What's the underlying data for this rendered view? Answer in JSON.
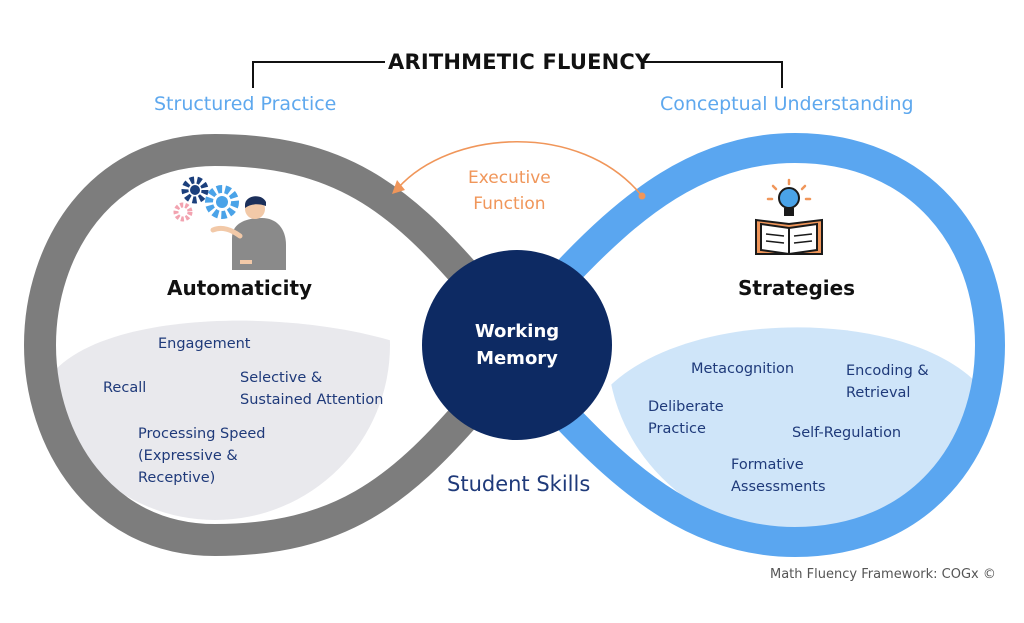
{
  "title": "ARITHMETIC FLUENCY",
  "left_label": "Structured Practice",
  "right_label": "Conceptual Understanding",
  "executive_function": "Executive\nFunction",
  "left": {
    "heading": "Automaticity",
    "skills": {
      "engagement": "Engagement",
      "recall": "Recall",
      "attention": "Selective &\nSustained Attention",
      "speed": "Processing Speed\n(Expressive &\nReceptive)"
    }
  },
  "right": {
    "heading": "Strategies",
    "skills": {
      "metacognition": "Metacognition",
      "encoding": "Encoding &\nRetrieval",
      "deliberate": "Deliberate\nPractice",
      "self_regulation": "Self-Regulation",
      "formative": "Formative\nAssessments"
    }
  },
  "core": "Working\nMemory",
  "student_skills": "Student Skills",
  "credit": "Math Fluency Framework: COGx ©",
  "colors": {
    "gray_loop": "#7d7d7d",
    "blue_loop": "#5aa6f0",
    "core": "#0d2a63",
    "gray_fill": "#e9e9ed",
    "blue_fill": "#cfe5f9",
    "accent_orange": "#f0965a",
    "text_navy": "#1f3a7a"
  },
  "icons": [
    "gears-icon",
    "person-icon",
    "lightbulb-icon",
    "open-book-icon"
  ]
}
